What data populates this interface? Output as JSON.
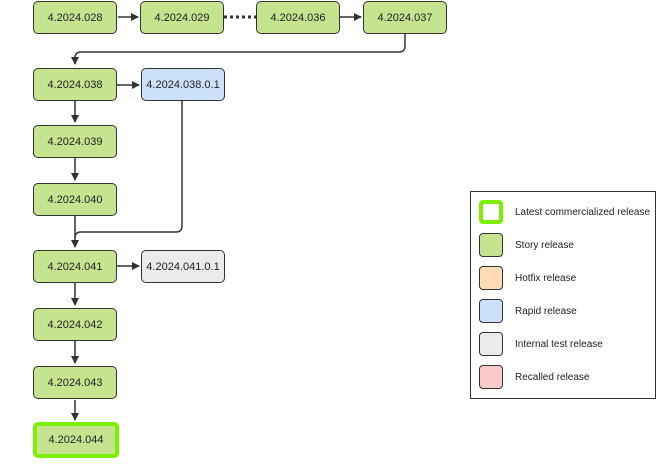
{
  "nodes": {
    "n028": "4.2024.028",
    "n029": "4.2024.029",
    "n036": "4.2024.036",
    "n037": "4.2024.037",
    "n038": "4.2024.038",
    "n038r": "4.2024.038.0.1",
    "n039": "4.2024.039",
    "n040": "4.2024.040",
    "n041": "4.2024.041",
    "n041i": "4.2024.041.0.1",
    "n042": "4.2024.042",
    "n043": "4.2024.043",
    "n044": "4.2024.044"
  },
  "legend": {
    "items": [
      {
        "label": "Latest commercialized release",
        "color": "#ffffff",
        "border": "#7cf000"
      },
      {
        "label": "Story release",
        "color": "#c6e48f",
        "border": "#333333"
      },
      {
        "label": "Hotfix release",
        "color": "#fddcb5",
        "border": "#333333"
      },
      {
        "label": "Rapid release",
        "color": "#cce0fb",
        "border": "#333333"
      },
      {
        "label": "Internal test release",
        "color": "#ebebeb",
        "border": "#333333"
      },
      {
        "label": "Recalled release",
        "color": "#f9caca",
        "border": "#333333"
      }
    ]
  },
  "colors": {
    "story": "#c6e48f",
    "rapid": "#cce0fb",
    "internal": "#ebebeb",
    "latest_border": "#7cf000",
    "edge": "#333333"
  }
}
